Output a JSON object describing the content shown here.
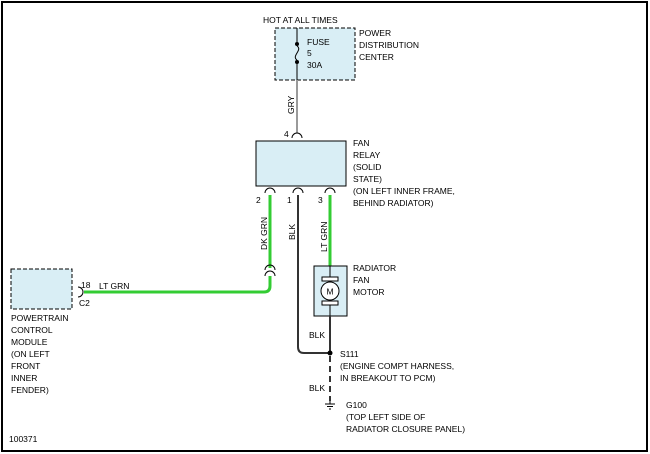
{
  "colors": {
    "box_fill": "#d9eef5",
    "wire_gry": "#9a9a9a",
    "wire_lt_grn": "#33cc33",
    "wire_dk_grn": "#33cc33",
    "wire_blk": "#333333"
  },
  "power": {
    "header": "HOT AT ALL TIMES",
    "fuse_label": "FUSE",
    "fuse_number": "5",
    "fuse_rating": "30A",
    "name_lines": [
      "POWER",
      "DISTRIBUTION",
      "CENTER"
    ]
  },
  "wires": {
    "gry": "GRY",
    "dk_grn": "DK GRN",
    "blk_relay": "BLK",
    "lt_grn_relay": "LT GRN",
    "lt_grn_pcm": "LT GRN",
    "blk_motor": "BLK",
    "blk_ground": "BLK"
  },
  "relay": {
    "pin_top": "4",
    "pin_left": "2",
    "pin_mid": "1",
    "pin_right": "3",
    "name_lines": [
      "FAN",
      "RELAY",
      "(SOLID",
      "STATE)",
      "(ON LEFT INNER FRAME,",
      "BEHIND RADIATOR)"
    ]
  },
  "pcm": {
    "pin": "18",
    "connector": "C2",
    "name_lines": [
      "POWERTRAIN",
      "CONTROL",
      "MODULE",
      "(ON LEFT",
      "FRONT",
      "INNER",
      "FENDER)"
    ]
  },
  "motor": {
    "symbol": "M",
    "name_lines": [
      "RADIATOR",
      "FAN",
      "MOTOR"
    ]
  },
  "splice": {
    "id": "S111",
    "desc_lines": [
      "(ENGINE COMPT HARNESS,",
      "IN BREAKOUT TO PCM)"
    ]
  },
  "ground": {
    "id": "G100",
    "desc_lines": [
      "(TOP LEFT SIDE OF",
      "RADIATOR CLOSURE PANEL)"
    ]
  },
  "figure_id": "100371"
}
